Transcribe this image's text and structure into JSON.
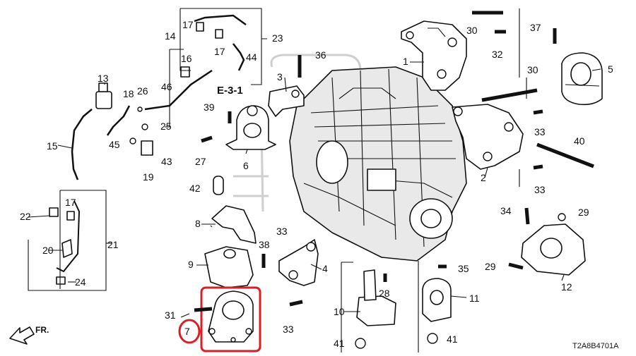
{
  "diagram": {
    "ref_code": "T2A8B4701A",
    "section_ref": "E-3-1",
    "direction_label": "FR.",
    "highlight_color": "#d61f26",
    "part_numbers": {
      "p1": "1",
      "p2": "2",
      "p3": "3",
      "p4": "4",
      "p5": "5",
      "p6": "6",
      "p7": "7",
      "p8": "8",
      "p9": "9",
      "p10": "10",
      "p11": "11",
      "p12": "12",
      "p13": "13",
      "p14": "14",
      "p15": "15",
      "p16": "16",
      "p17a": "17",
      "p17b": "17",
      "p17c": "17",
      "p18": "18",
      "p19": "19",
      "p20": "20",
      "p21": "21",
      "p22": "22",
      "p23": "23",
      "p24": "24",
      "p25": "25",
      "p26": "26",
      "p27": "27",
      "p28": "28",
      "p29a": "29",
      "p29b": "29",
      "p30a": "30",
      "p30b": "30",
      "p31": "31",
      "p32": "32",
      "p33a": "33",
      "p33b": "33",
      "p33c": "33",
      "p33d": "33",
      "p33e": "33",
      "p34": "34",
      "p35": "35",
      "p36": "36",
      "p37": "37",
      "p38": "38",
      "p39": "39",
      "p40": "40",
      "p41a": "41",
      "p41b": "41",
      "p42": "42",
      "p43": "43",
      "p44": "44",
      "p45": "45",
      "p46": "46"
    }
  }
}
